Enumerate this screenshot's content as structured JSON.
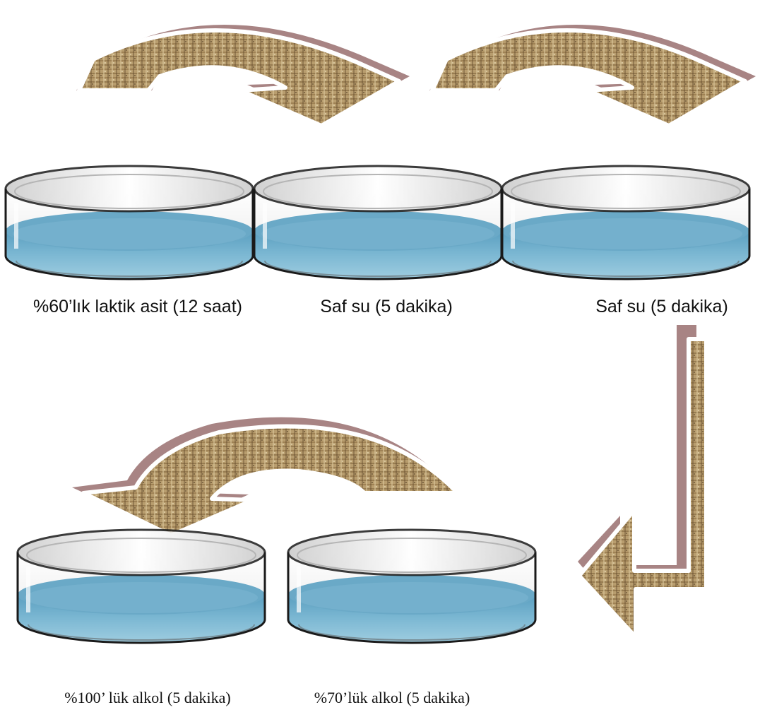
{
  "steps": [
    {
      "label": "%60’lık laktik asit (12 saat)"
    },
    {
      "label": "Saf su (5 dakika)"
    },
    {
      "label": "Saf su (5 dakika)"
    },
    {
      "label": "%70’lük alkol (5 dakika)"
    },
    {
      "label": "%100’ lük alkol (5 dakika)"
    }
  ]
}
